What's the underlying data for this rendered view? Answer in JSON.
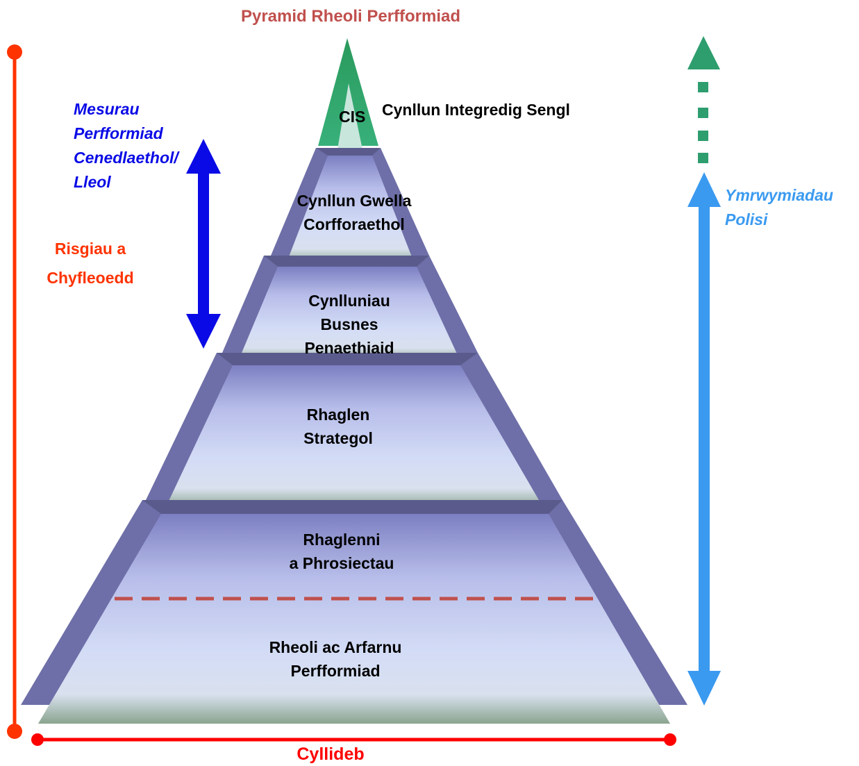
{
  "title": "Pyramid Rheoli Perfformiad",
  "top": {
    "cis_label": "CIS",
    "cis_description": "Cynllun Integredig Sengl"
  },
  "tiers": [
    {
      "line1": "Cynllun Gwella",
      "line2": "Corfforaethol",
      "line3": ""
    },
    {
      "line1": "Cynlluniau",
      "line2": "Busnes",
      "line3": "Penaethiaid"
    },
    {
      "line1": "Rhaglen",
      "line2": "Strategol",
      "line3": ""
    },
    {
      "line1": "Rhaglenni",
      "line2": "a Phrosiectau",
      "line3": ""
    },
    {
      "line1": "Rheoli ac Arfarnu",
      "line2": "Perfformiad",
      "line3": ""
    }
  ],
  "left_measures": {
    "line1": "Mesurau",
    "line2": "Perfformiad",
    "line3": "Cenedlaethol/",
    "line4": "Lleol"
  },
  "risks": {
    "line1": "Risgiau a",
    "line2": "Chyfleoedd"
  },
  "policy": {
    "line1": "Ymrwymiadau",
    "line2": "Polisi"
  },
  "budget": "Cyllideb",
  "colors": {
    "title": "#c0504d",
    "measures": "#0a0ae6",
    "risks": "#ff3300",
    "policy": "#3a9af0",
    "budget": "#ff0000",
    "cis_green": "#2e9e6e",
    "frame": "#6e6fa8",
    "dashed_divider": "#c0504d"
  }
}
